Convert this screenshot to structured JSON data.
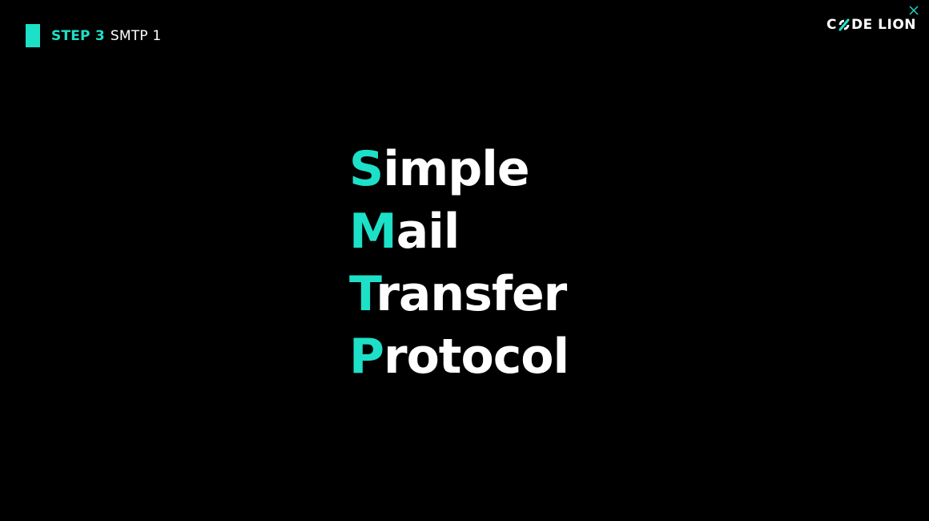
{
  "header": {
    "step_label": "STEP 3",
    "step_title": "SMTP 1"
  },
  "logo": {
    "left_text": "C",
    "right_text": "DE LION",
    "icon": "slash-o-icon"
  },
  "close_icon": "close-icon",
  "acronym": {
    "rows": [
      {
        "initial": "S",
        "rest": "imple"
      },
      {
        "initial": "M",
        "rest": "ail"
      },
      {
        "initial": "T",
        "rest": "ransfer"
      },
      {
        "initial": "P",
        "rest": "rotocol"
      }
    ]
  },
  "colors": {
    "accent": "#1de0c8",
    "background": "#000000",
    "text": "#ffffff"
  }
}
